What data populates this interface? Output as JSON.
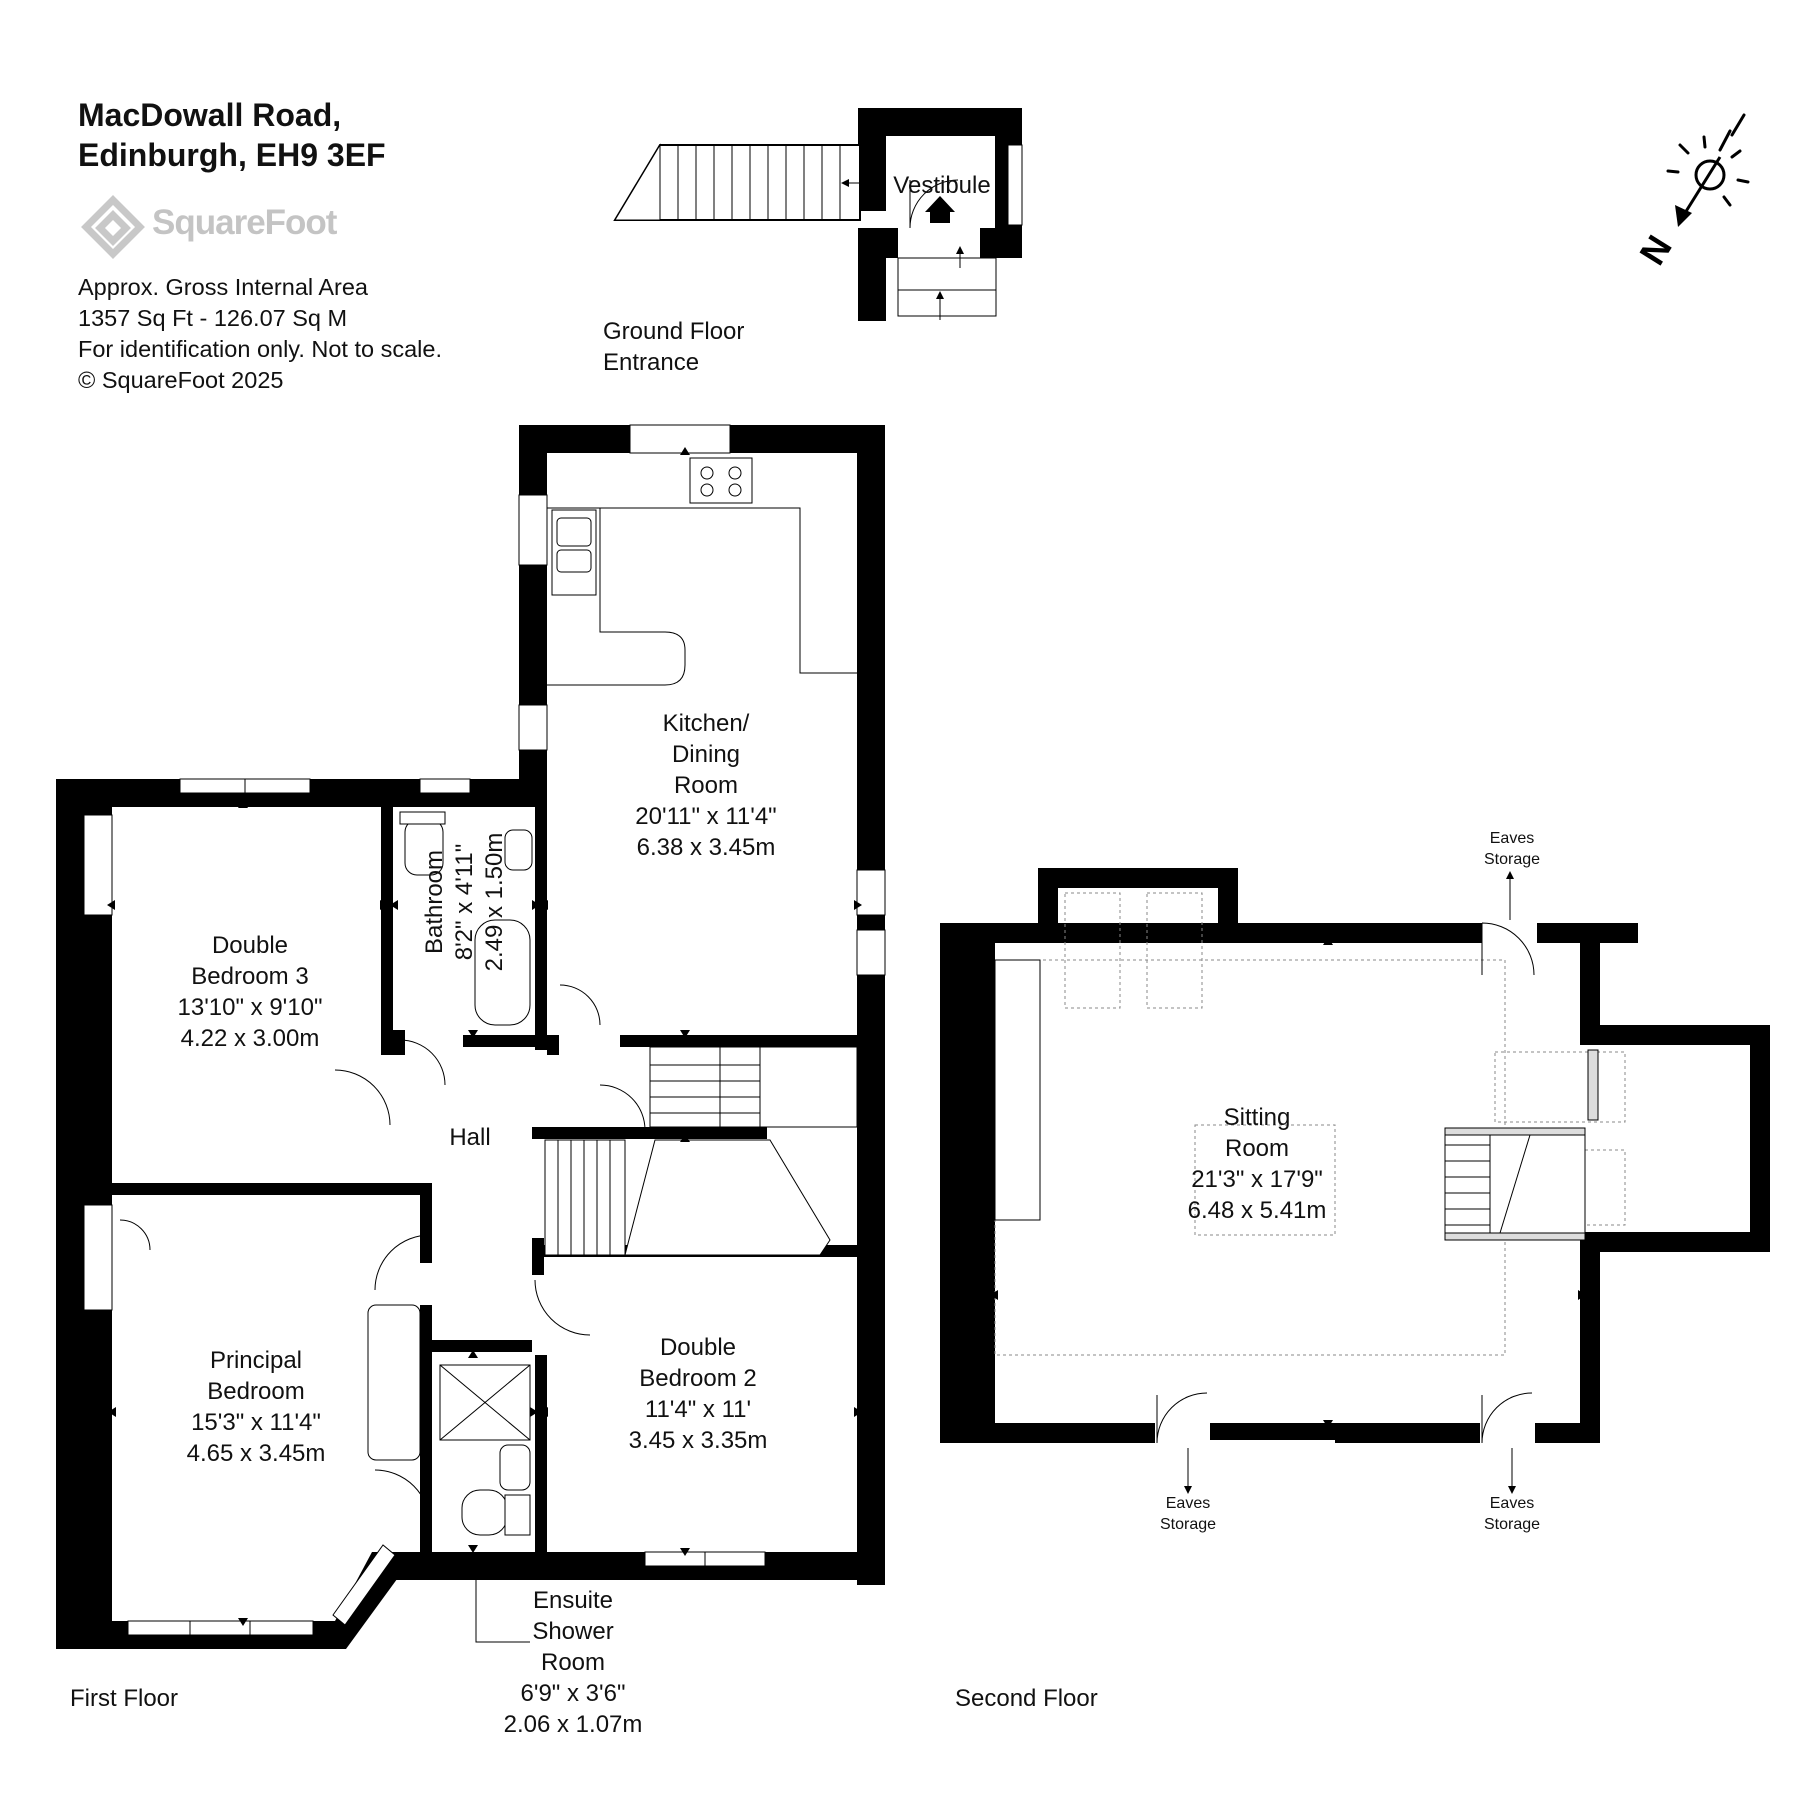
{
  "header": {
    "address_line1": "MacDowall Road,",
    "address_line2": "Edinburgh, EH9 3EF",
    "brand": "SquareFoot",
    "area_label": "Approx. Gross Internal Area",
    "area_value": "1357 Sq Ft  -  126.07 Sq M",
    "disclaimer": "For identification only. Not to scale.",
    "copyright": "© SquareFoot 2025"
  },
  "floors": {
    "ground": "Ground Floor\nEntrance",
    "first": "First Floor",
    "second": "Second Floor"
  },
  "rooms": {
    "vestibule": "Vestibule",
    "kitchen": {
      "name": "Kitchen/\nDining\nRoom",
      "imperial": "20'11\" x 11'4\"",
      "metric": "6.38 x 3.45m"
    },
    "bedroom3": {
      "name": "Double\nBedroom 3",
      "imperial": "13'10\" x 9'10\"",
      "metric": "4.22 x 3.00m"
    },
    "bathroom": {
      "name": "Bathroom",
      "imperial": "8'2\" x 4'11\"",
      "metric": "2.49 x 1.50m"
    },
    "hall": "Hall",
    "principal": {
      "name": "Principal\nBedroom",
      "imperial": "15'3\" x 11'4\"",
      "metric": "4.65 x 3.45m"
    },
    "bedroom2": {
      "name": "Double\nBedroom 2",
      "imperial": "11'4\" x 11'",
      "metric": "3.45 x 3.35m"
    },
    "ensuite": {
      "name": "Ensuite\nShower\nRoom",
      "imperial": "6'9\" x 3'6\"",
      "metric": "2.06 x 1.07m"
    },
    "sitting": {
      "name": "Sitting\nRoom",
      "imperial": "21'3\" x 17'9\"",
      "metric": "6.48 x 5.41m"
    },
    "eaves_top": "Eaves\nStorage",
    "eaves_bottom_left": "Eaves\nStorage",
    "eaves_bottom_right": "Eaves\nStorage"
  },
  "compass": {
    "north_letter": "N"
  }
}
